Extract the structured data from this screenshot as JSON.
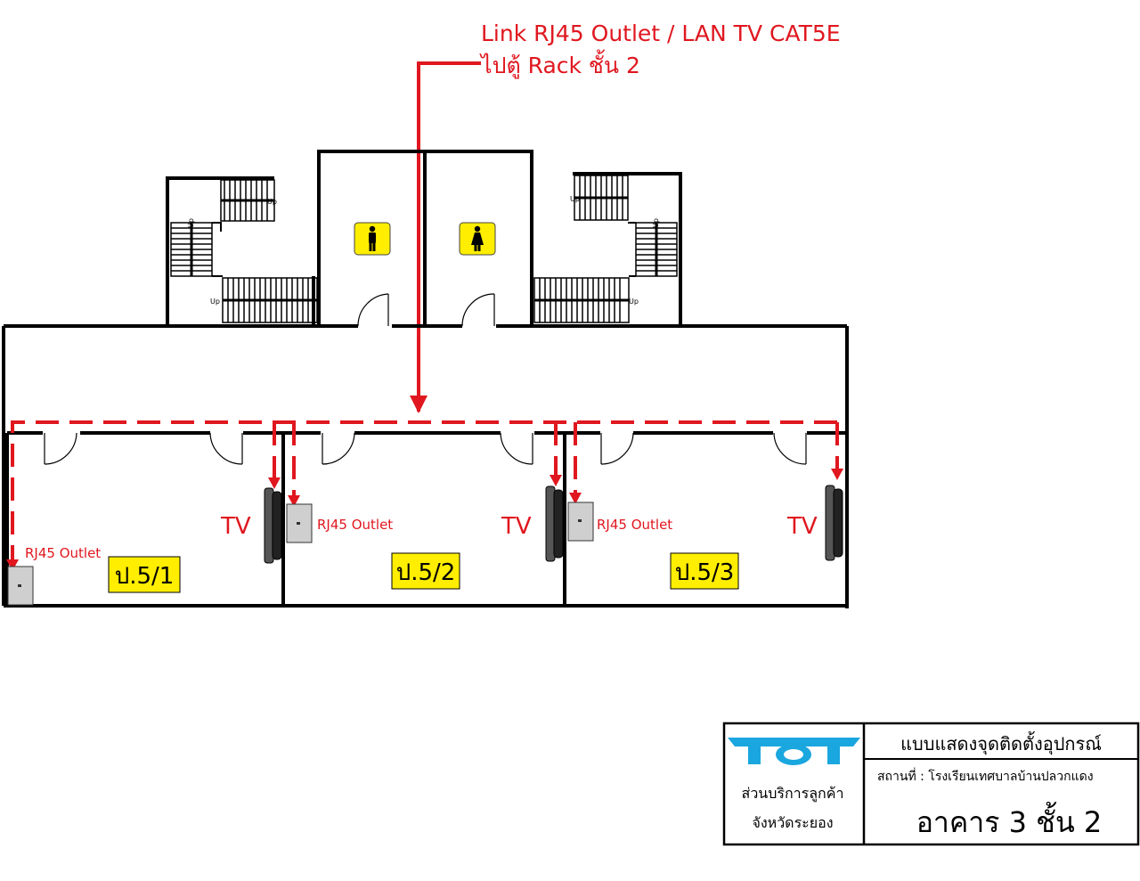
{
  "title": {
    "line1": "Link RJ45 Outlet / LAN TV CAT5E",
    "line2": "ไปตู้ Rack ชั้น 2"
  },
  "rooms": [
    {
      "label": "ป.5/1",
      "outlet_label": "RJ45 Outlet",
      "tv_label": "TV"
    },
    {
      "label": "ป.5/2",
      "outlet_label": "RJ45 Outlet",
      "tv_label": "TV"
    },
    {
      "label": "ป.5/3",
      "outlet_label": "RJ45 Outlet",
      "tv_label": "TV"
    }
  ],
  "stairs": {
    "up_label": "Up"
  },
  "restrooms": {
    "male_icon": "male-restroom-icon",
    "female_icon": "female-restroom-icon"
  },
  "colors": {
    "cable": "#e0171f",
    "room_label_bg": "#ffee00",
    "logo": "#1aa6de"
  },
  "title_block": {
    "logo_text": "TOT",
    "org_line1": "ส่วนบริการลูกค้า",
    "org_line2": "จังหวัดระยอง",
    "heading": "แบบแสดงจุดติดตั้งอุปกรณ์",
    "location": "สถานที่ : โรงเรียนเทศบาลบ้านปลวกแดง",
    "building": "อาคาร 3 ชั้น 2"
  }
}
